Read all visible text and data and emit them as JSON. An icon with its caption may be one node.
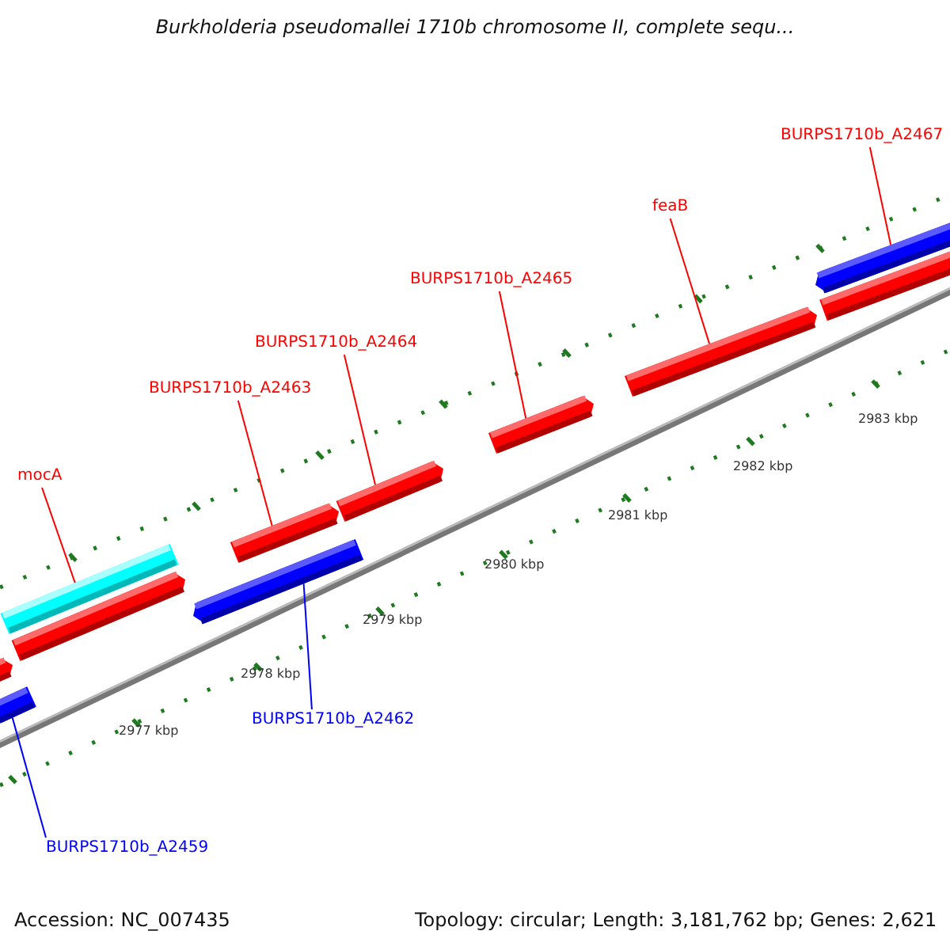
{
  "diagram": {
    "title": "Burkholderia pseudomallei 1710b chromosome II, complete sequ...",
    "nodes": [
      {
        "text": [
          "BURPS1710b_A2467"
        ]
      },
      {
        "text": [
          "feaB"
        ]
      },
      {
        "text": [
          "BURPS1710b_A2465"
        ]
      },
      {
        "text": [
          "BURPS1710b_A2464"
        ]
      },
      {
        "text": [
          "BURPS1710b_A2463"
        ]
      },
      {
        "text": [
          "mocA"
        ]
      },
      {
        "text": [
          "BURPS1710b_A2462"
        ]
      },
      {
        "text": [
          "BURPS1710b_A2459"
        ]
      },
      {
        "text": [],
        "shape": "bar"
      },
      {
        "text": [],
        "shape": "bar"
      },
      {
        "text": [],
        "shape": "bar"
      },
      {
        "text": [],
        "shape": "bar"
      },
      {
        "text": [],
        "shape": "bar"
      },
      {
        "text": [],
        "shape": "bar"
      },
      {
        "text": [],
        "shape": "bar"
      },
      {
        "text": [],
        "shape": "bar"
      },
      {
        "text": [],
        "shape": "bar"
      },
      {
        "text": [],
        "shape": "bar"
      },
      {
        "text": [],
        "shape": "bar"
      }
    ],
    "edges": [
      {
        "from": 0,
        "to": 17,
        "arrow": "none"
      },
      {
        "from": 1,
        "to": 16,
        "arrow": "none"
      },
      {
        "from": 2,
        "to": 15,
        "arrow": "none"
      },
      {
        "from": 3,
        "to": 14,
        "arrow": "none"
      },
      {
        "from": 4,
        "to": 13,
        "arrow": "none"
      },
      {
        "from": 5,
        "to": 10,
        "arrow": "none"
      },
      {
        "from": 6,
        "to": 12,
        "arrow": "none",
        "color": "#0000ff"
      },
      {
        "from": 7,
        "to": 9,
        "arrow": "none",
        "color": "#0000ff"
      }
    ],
    "labels": [
      "2983 kbp",
      "2982 kbp",
      "2981 kbp",
      "2980 kbp",
      "2979 kbp",
      "2978 kbp",
      "2977 kbp",
      "Accession: NC_007435",
      "Topology: circular; Length: 3,181,762 bp; Genes: 2,621"
    ]
  }
}
